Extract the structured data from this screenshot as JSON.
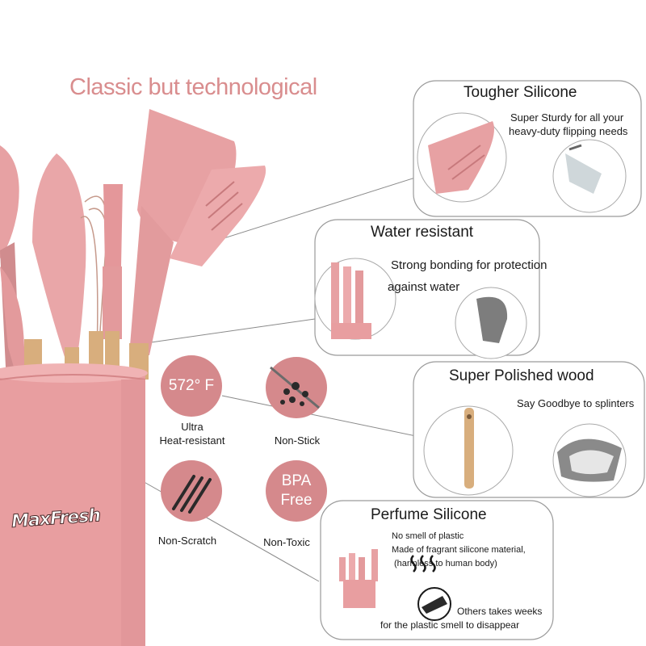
{
  "headline": "Classic but technological",
  "brand": "MaxFresh",
  "colors": {
    "pink": "#e7a1a3",
    "wood": "#d8ae7d",
    "accent": "#d98d8e"
  },
  "cards": [
    {
      "title": "Tougher Silicone",
      "lines": [
        "Super Sturdy  for all your",
        "heavy-duty flipping needs"
      ]
    },
    {
      "title": "Water resistant",
      "lines": [
        "Strong bonding for protection",
        "against water"
      ]
    },
    {
      "title": "Super Polished wood",
      "lines": [
        "Say Goodbye to splinters"
      ]
    },
    {
      "title": "Perfume Silicone",
      "lines": [
        "No smell of plastic",
        "Made of fragrant silicone material,",
        "(harmless to human body)",
        "Others takes weeks",
        "for the plastic smell to disappear"
      ]
    }
  ],
  "features": [
    {
      "badge": "572° F",
      "label1": "Ultra",
      "label2": "Heat-resistant",
      "icon": "thermometer-badge"
    },
    {
      "badge": "",
      "label1": "Non-Stick",
      "label2": "",
      "icon": "non-stick-icon"
    },
    {
      "badge": "",
      "label1": "Non-Scratch",
      "label2": "",
      "icon": "scratch-icon"
    },
    {
      "badge_line1": "BPA",
      "badge_line2": "Free",
      "label1": "Non-Toxic",
      "label2": "",
      "icon": "bpa-free-badge"
    }
  ]
}
